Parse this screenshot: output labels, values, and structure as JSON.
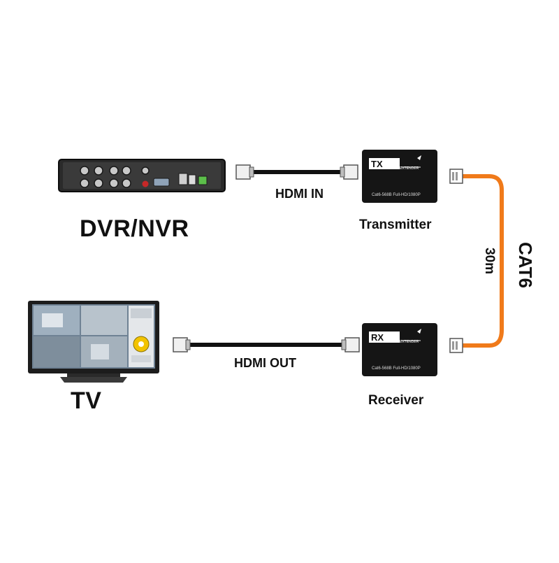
{
  "labels": {
    "dvr": "DVR/NVR",
    "tv": "TV",
    "transmitter": "Transmitter",
    "receiver": "Receiver",
    "hdmi_in": "HDMI IN",
    "hdmi_out": "HDMI OUT",
    "cable_type": "CAT6",
    "cable_length": "30m"
  },
  "devices": {
    "tx_badge": "TX",
    "rx_badge": "RX",
    "extender_word": "EXTENDER",
    "tx_spec": "Cat6-568B   Full-HD/1080P",
    "rx_spec": "Cat6-568B   Full-HD/1080P"
  },
  "colors": {
    "cable_orange": "#f07a1a",
    "cable_black": "#111111",
    "device_body": "#151515"
  }
}
